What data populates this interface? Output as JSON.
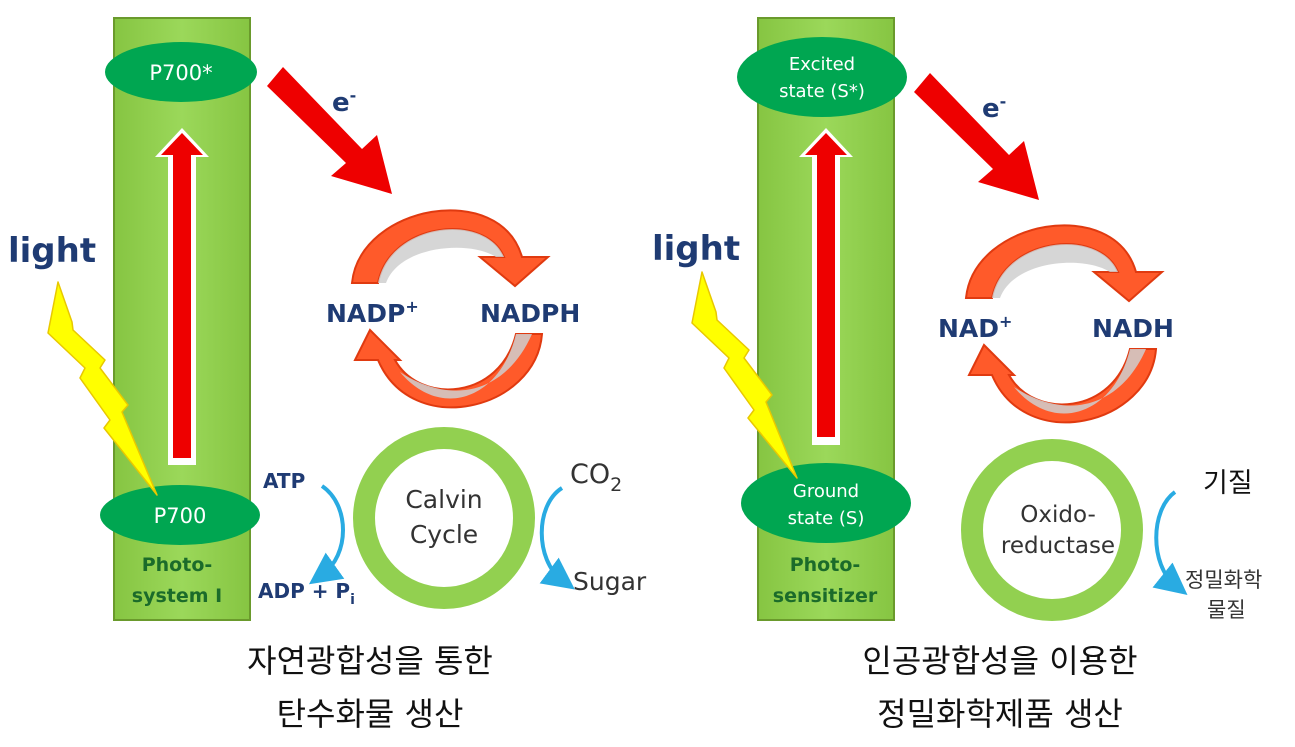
{
  "left_panel": {
    "excited_state": "P700*",
    "ground_state": "P700",
    "light_label": "light",
    "electron_label": "e",
    "electron_charge": "-",
    "column_label_line1": "Photo-",
    "column_label_line2": "system I",
    "oxidized_cofactor": "NADP",
    "oxidized_charge": "+",
    "reduced_cofactor": "NADPH",
    "cycle_line1": "Calvin",
    "cycle_line2": "Cycle",
    "atp_label": "ATP",
    "adp_label": "ADP  +  P",
    "adp_subscript": "i",
    "input_label": "CO",
    "input_subscript": "2",
    "output_label": "Sugar",
    "caption_line1": "자연광합성을 통한",
    "caption_line2": "탄수화물 생산"
  },
  "right_panel": {
    "excited_state_line1": "Excited",
    "excited_state_line2": "state (S*)",
    "ground_state_line1": "Ground",
    "ground_state_line2": "state (S)",
    "light_label": "light",
    "electron_label": "e",
    "electron_charge": "-",
    "column_label_line1": "Photo-",
    "column_label_line2": "sensitizer",
    "oxidized_cofactor": "NAD",
    "oxidized_charge": "+",
    "reduced_cofactor": "NADH",
    "cycle_line1": "Oxido-",
    "cycle_line2": "reductase",
    "input_label": "기질",
    "output_line1": "정밀화학",
    "output_line2": "물질",
    "caption_line1": "인공광합성을 이용한",
    "caption_line2": "정밀화학제품 생산"
  },
  "colors": {
    "column_fill": "#92d050",
    "column_border": "#6a9a2c",
    "ellipse_fill": "#00a651",
    "red_arrow": "#ee0000",
    "cycle_arrow": "#ff5a2a",
    "cycle_ring": "#92d050",
    "cofactor_text": "#1f3b73",
    "light_text": "#1f3b73",
    "column_text": "#1b6b2a",
    "process_arrow": "#29abe2",
    "bolt_fill": "#ffff00"
  }
}
